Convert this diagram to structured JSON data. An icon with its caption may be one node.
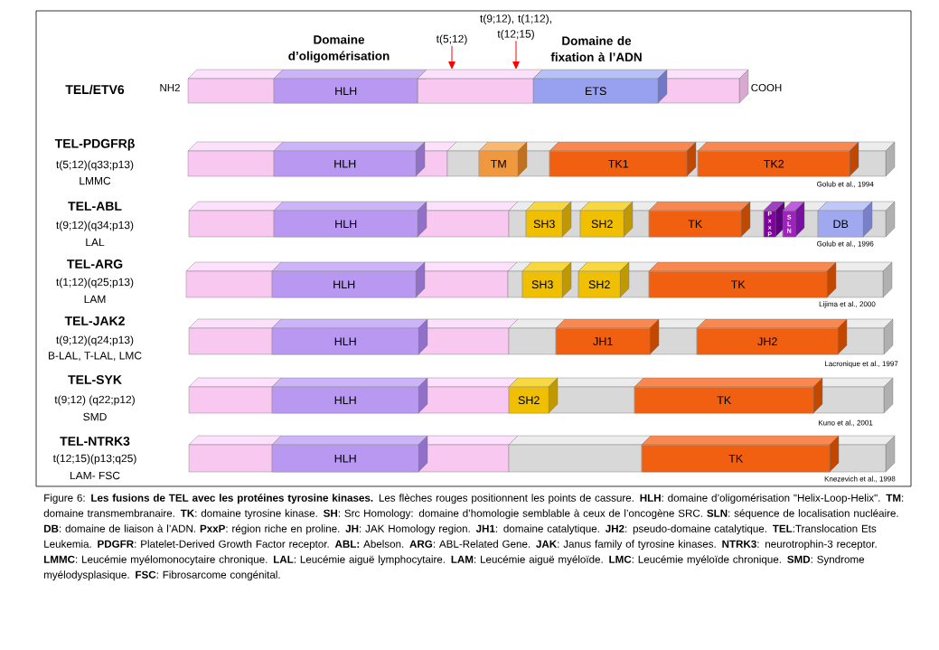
{
  "diagram": {
    "caption": "Figure 6: **Les fusions de TEL avec les protéines tyrosine kinases.** Les flèches rouges positionnent les points de cassure. **HLH**: domaine d’oligomérisation \"Helix-Loop-Helix\". **TM**: domaine transmembranaire. **TK**: domaine tyrosine kinase. **SH**: Src Homology: domaine d’homologie semblable à ceux de l’oncogène SRC. **SLN**: séquence de localisation nucléaire. **DB**: domaine de liaison à l’ADN. **PxxP**: région riche en proline. **JH**: JAK Homology region. **JH1**: domaine catalytique. **JH2**: pseudo-domaine catalytique. **TEL**:Translocation Ets Leukemia. **PDGFR**: Platelet-Derived Growth Factor receptor. **ABL:** Abelson. **ARG**: ABL-Related Gene. **JAK**: Janus family of tyrosine kinases. **NTRK3**: neurotrophin-3 receptor. **LMMC**: Leucémie myélomonocytaire chronique. **LAL**: Leucémie aiguë lymphocytaire. **LAM**: Leucémie aiguë myéloïde. **LMC**: Leucémie myéloïde chronique. **SMD**: Syndrome myélodysplasique. **FSC**: Fibrosarcome congénital.",
    "nodes": [
      {
        "text": [
          "HLH"
        ]
      },
      {
        "text": [
          "ETS"
        ]
      },
      {
        "text": [
          "t(5;12)"
        ]
      },
      {
        "text": [
          "t(9;12), t(1;12), t(12;15)"
        ]
      },
      {
        "text": [
          "HLH"
        ]
      },
      {
        "text": [
          "TM"
        ]
      },
      {
        "text": [
          "TK1"
        ]
      },
      {
        "text": [
          "TK2"
        ]
      },
      {
        "text": [
          "HLH"
        ]
      },
      {
        "text": [
          "SH3"
        ]
      },
      {
        "text": [
          "SH2"
        ]
      },
      {
        "text": [
          "TK"
        ]
      },
      {
        "text": [
          "P x x P"
        ]
      },
      {
        "text": [
          "S L N"
        ]
      },
      {
        "text": [
          "DB"
        ]
      },
      {
        "text": [
          "HLH"
        ]
      },
      {
        "text": [
          "SH3"
        ]
      },
      {
        "text": [
          "SH2"
        ]
      },
      {
        "text": [
          "TK"
        ]
      },
      {
        "text": [
          "HLH"
        ]
      },
      {
        "text": [
          "JH1"
        ]
      },
      {
        "text": [
          "JH2"
        ]
      },
      {
        "text": [
          "HLH"
        ]
      },
      {
        "text": [
          "SH2"
        ]
      },
      {
        "text": [
          "TK"
        ]
      },
      {
        "text": [
          "HLH"
        ]
      },
      {
        "text": [
          "TK"
        ]
      },
      {
        "text": [],
        "shape": "box"
      }
    ],
    "edges": [
      {
        "from": 2,
        "to": 27,
        "arrow": "to"
      },
      {
        "from": 3,
        "to": 27,
        "arrow": "to"
      }
    ],
    "labels": [
      "Domaine d’oligomérisation",
      "Domaine de fixation à l’ADN",
      "TEL/ETV6",
      "NH2",
      "COOH",
      "TEL-PDGFRβ",
      "t(5;12)(q33;p13)",
      "LMMC",
      "Golub et al., 1994",
      "TEL-ABL",
      "t(9;12)(q34;p13)",
      "LAL",
      "Golub et al., 1996",
      "TEL-ARG",
      "t(1;12)(q25;p13)",
      "LAM",
      "Lijima et al., 2000",
      "TEL-JAK2",
      "t(9;12)(q24;p13)",
      "B-LAL, T-LAL, LMC",
      "Lacronique et al., 1997",
      "TEL-SYK",
      "t(9;12) (q22;p12)",
      "SMD",
      "Kuno et al., 2001",
      "TEL-NTRK3",
      "t(12;15)(p13;q25)",
      "LAM- FSC",
      "Knezevich et al., 1998"
    ]
  }
}
